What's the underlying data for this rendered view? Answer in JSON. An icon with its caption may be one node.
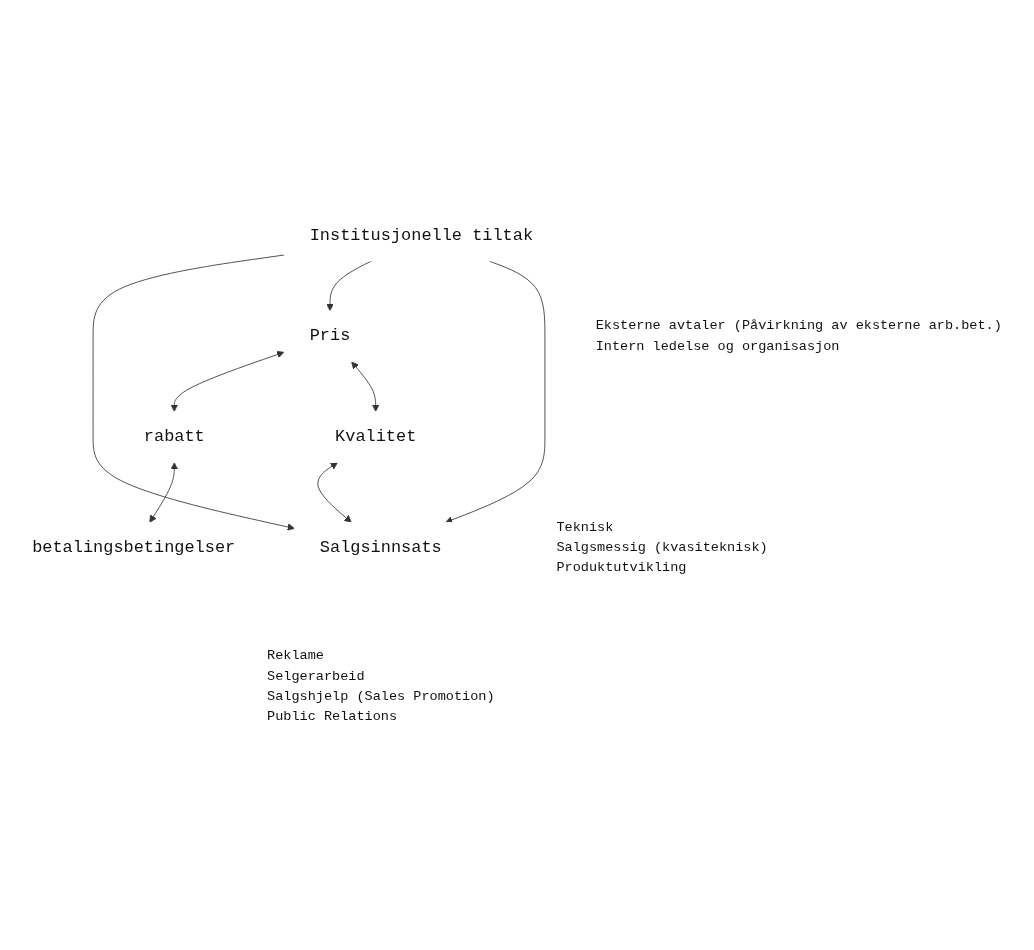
{
  "diagram": {
    "nodes": [
      {
        "text": [
          "Pris"
        ]
      },
      {
        "text": [
          "rabatt"
        ]
      },
      {
        "text": [
          "betalingsbetingelser"
        ]
      },
      {
        "text": [
          "Kvalitet"
        ],
        "beside": [
          "Teknisk",
          "Salgsmessig (kvasiteknisk)",
          "Produktutvikling"
        ]
      },
      {
        "text": [
          "Salgsinnsats"
        ],
        "beside": [
          "Reklame",
          "Selgerarbeid",
          "Salgshjelp (Sales Promotion)",
          "Public Relations"
        ]
      },
      {
        "text": [
          "Institusjonelle tiltak"
        ],
        "beside": [
          "Eksterne avtaler (Påvirkning av eksterne arb.bet.)",
          "Intern ledelse og organisasjon"
        ]
      }
    ],
    "edges": [
      {
        "from": 0,
        "to": 1,
        "arrow": "both"
      },
      {
        "from": 1,
        "to": 2,
        "arrow": "both"
      },
      {
        "from": 0,
        "to": 3,
        "arrow": "both"
      },
      {
        "from": 3,
        "to": 4,
        "arrow": "both"
      },
      {
        "from": 5,
        "to": 4,
        "arrow": "to"
      },
      {
        "from": 5,
        "to": 0,
        "arrow": "to"
      },
      {
        "from": 5,
        "to": 4,
        "arrow": "to"
      }
    ]
  }
}
